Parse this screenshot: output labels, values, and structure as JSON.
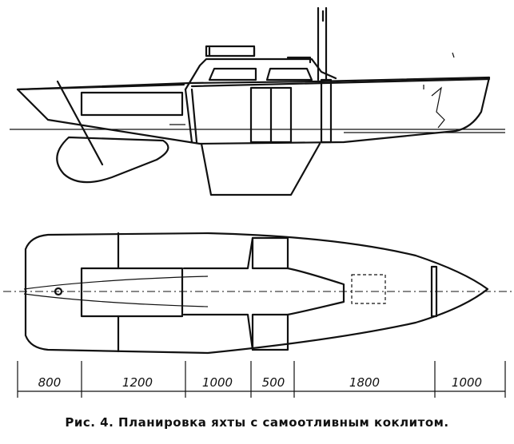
{
  "dimensions": [
    {
      "label": "800",
      "value": 800
    },
    {
      "label": "1200",
      "value": 1200
    },
    {
      "label": "1000",
      "value": 1000
    },
    {
      "label": "500",
      "value": 500
    },
    {
      "label": "1800",
      "value": 1800
    },
    {
      "label": "1000",
      "value": 1000
    }
  ],
  "caption": "Рис. 4. Планировка яхты с самоотливным коклитом."
}
